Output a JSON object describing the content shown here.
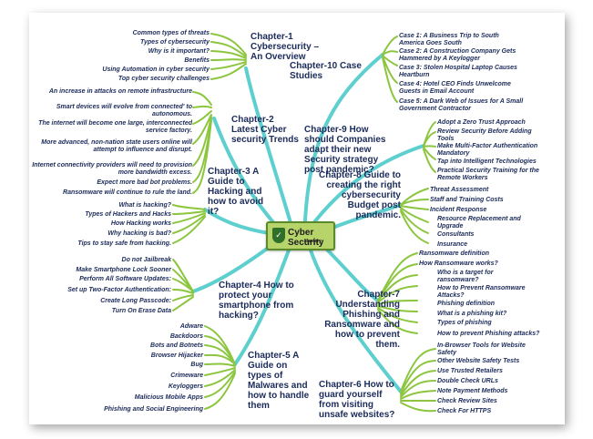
{
  "logo": {
    "title": "Cyber Security",
    "subtitle": "Mastery",
    "icon": "shield-icon"
  },
  "colors": {
    "teal": "#5ecfcf",
    "green": "#8cc63f",
    "text": "#1b2b5a"
  },
  "chapters": {
    "c1": "Chapter-1 Cybersecurity – An Overview",
    "c2": "Chapter-2 Latest Cyber security Trends",
    "c3": "Chapter-3 A Guide to Hacking and how to avoid it?",
    "c4": "Chapter-4 How to protect your smartphone from hacking?",
    "c5": "Chapter-5 A Guide on types of Malwares and how to handle them",
    "c6": "Chapter-6 How to guard yourself from visiting unsafe websites?",
    "c7": "Chapter-7 Understanding Phishing and Ransomware and how to prevent them.",
    "c8": "Chapter-8 Guide to creating the right cybersecurity Budget post pandemic.",
    "c9": "Chapter-9 How should Companies adapt their new Security strategy post pandemic?",
    "c10": "Chapter-10 Case Studies"
  },
  "leaves": {
    "c1": [
      "Common types of threats",
      "Types of cybersecurity",
      "Why is it important?",
      "Benefits",
      "Using Automation in cyber security",
      "Top cyber security challenges"
    ],
    "c2": [
      "An increase in attacks on remote infrastructure",
      "Smart devices will evolve from connected' to autonomous.",
      "The internet will become one large, interconnected service factory.",
      "More advanced, non-nation state users online will attempt to influence and disrupt.",
      "Internet connectivity providers will need to provision more bandwidth excess.",
      "Expect more bad bot problems.",
      "Ransomware will continue to rule the land."
    ],
    "c3": [
      "What is hacking?",
      "Types of Hackers and Hacks",
      "How Hacking works",
      "Why hacking is bad?",
      "Tips to stay safe from hacking."
    ],
    "c4": [
      "Do not Jailbreak",
      "Make Smartphone Lock Sooner",
      "Perform All Software Updates:",
      "Set up Two-Factor Authentication:",
      "Create Long Passcode:",
      "Turn On Erase Data"
    ],
    "c5": [
      "Adware",
      "Backdoors",
      "Bots and Botnets",
      "Browser Hijacker",
      "Bug",
      "Crimeware",
      "Keyloggers",
      "Malicious Mobile Apps",
      "Phishing and Social Engineering"
    ],
    "c6": [
      "In-Browser Tools for Website Safety",
      "Other Website Safety Tests",
      "Use Trusted Retailers",
      "Double Check URLs",
      "Note Payment Methods",
      "Check Review Sites",
      "Check For HTTPS"
    ],
    "c7": [
      "Ransomware definition",
      "How Ransomware works?",
      "Who is a target for ransomware?",
      "How to Prevent Ransomware Attacks?",
      "Phishing definition",
      "What is a phishing kit?",
      "Types of phishing",
      "How to prevent Phishing attacks?"
    ],
    "c8": [
      "Threat Assessment",
      "Staff and Training Costs",
      "Incident Response",
      "Resource Replacement and Upgrade",
      "Consultants",
      "Insurance"
    ],
    "c9": [
      "Adopt a Zero Trust Approach",
      "Review Security Before Adding Tools",
      "Make Multi-Factor Authentication Mandatory",
      "Tap into Intelligent Technologies",
      "Practical Security Training for the Remote Workers"
    ],
    "c10": [
      "Case 1: A Business Trip to South America Goes South",
      "Case 2: A Construction Company Gets Hammered by A Keylogger",
      "Case 3: Stolen Hospital Laptop Causes Heartburn",
      "Case 4: Hotel CEO Finds Unwelcome Guests in Email Account",
      "Case 5: A Dark Web of Issues for A Small Government Contractor"
    ]
  }
}
